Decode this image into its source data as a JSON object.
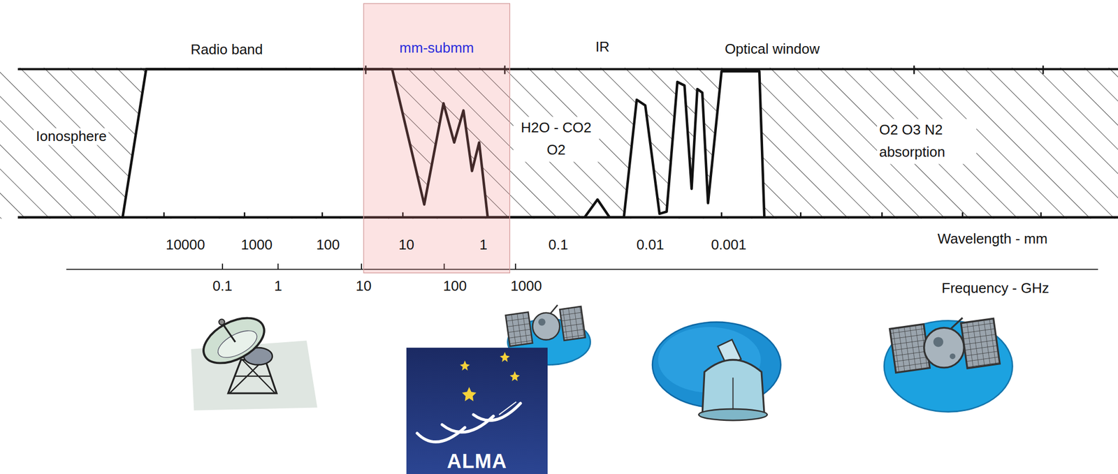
{
  "diagram": {
    "nodes": [
      {
        "text": [
          "mm-submm"
        ]
      },
      {
        "text": [
          "ALMA"
        ]
      }
    ],
    "labels": [
      "Radio band",
      "IR",
      "Optical window",
      "Ionosphere",
      "H2O - CO2 O2",
      "O2 O3 N2 absorption",
      "10000",
      "1000",
      "100",
      "10",
      "1",
      "0.1",
      "0.01",
      "0.001",
      "Wavelength - mm",
      "0.1",
      "1",
      "10",
      "100",
      "1000",
      "Frequency - GHz"
    ]
  }
}
